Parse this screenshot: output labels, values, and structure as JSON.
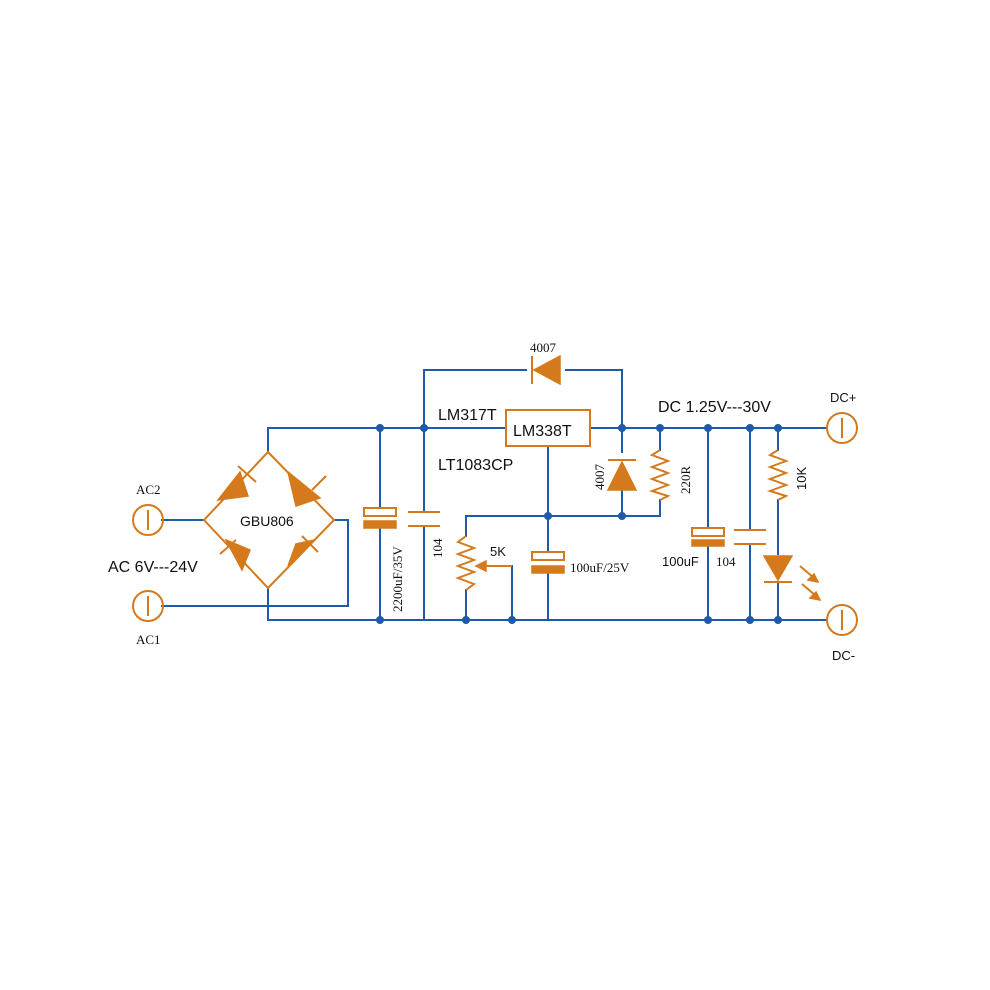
{
  "colors": {
    "wire": "#1e5aa8",
    "component": "#d47a1c",
    "text": "#111111",
    "background": "#ffffff"
  },
  "labels": {
    "ac2": "AC2",
    "ac1": "AC1",
    "ac_range": "AC 6V---24V",
    "bridge": "GBU806",
    "lm317": "LM317T",
    "lm338": "LM338T",
    "lt1083": "LT1083CP",
    "diode_top": "4007",
    "diode_mid": "4007",
    "cap_in_elec": "2200uF/35V",
    "cap_in_film": "104",
    "pot": "5K",
    "cap_adj": "100uF/25V",
    "res_220": "220R",
    "dc_range": "DC 1.25V---30V",
    "cap_out_elec": "100uF",
    "cap_out_film": "104",
    "res_10k": "10K",
    "dc_plus": "DC+",
    "dc_minus": "DC-"
  }
}
